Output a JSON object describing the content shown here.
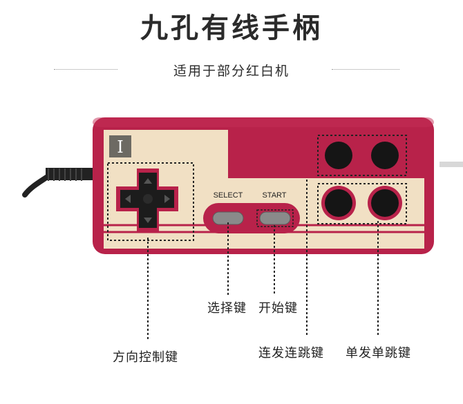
{
  "header": {
    "title": "九孔有线手柄",
    "subtitle": "适用于部分红白机"
  },
  "controller": {
    "player_badge": "I",
    "select_label": "SELECT",
    "start_label": "START",
    "body_color": "#b8224a",
    "face_color": "#f1e0c4",
    "button_color": "#151515"
  },
  "callouts": {
    "select": "选择键",
    "start": "开始键",
    "dpad": "方向控制键",
    "turbo": "连发连跳键",
    "single": "单发单跳键"
  }
}
